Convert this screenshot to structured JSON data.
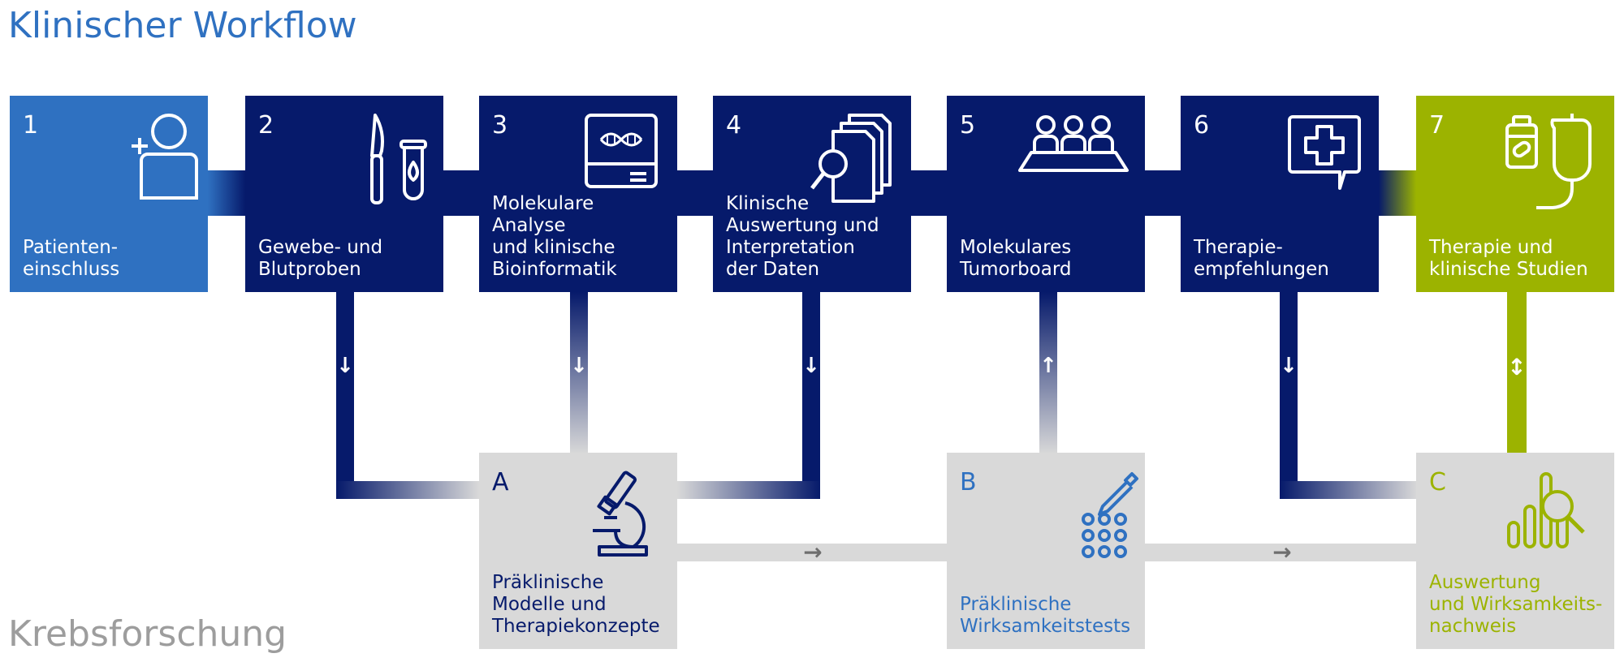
{
  "colors": {
    "blue_light": "#2f71c1",
    "navy": "#061a6b",
    "green": "#9cb300",
    "gray_box": "#d9d9d9",
    "gray_title": "#9d9d9d",
    "arrow_gray": "#6e6e6e"
  },
  "titles": {
    "workflow": "Klinischer Workflow",
    "research": "Krebsforschung"
  },
  "steps": [
    {
      "num": "1",
      "label": "Patienten-\neinschluss",
      "icon": "add-person-icon"
    },
    {
      "num": "2",
      "label": "Gewebe- und\nBlutproben",
      "icon": "scalpel-test-tube-icon"
    },
    {
      "num": "3",
      "label": "Molekulare\nAnalyse\nund klinische\nBioinformatik",
      "icon": "dna-monitor-icon"
    },
    {
      "num": "4",
      "label": "Klinische\nAuswertung und\nInterpretation\nder Daten",
      "icon": "documents-magnifier-icon"
    },
    {
      "num": "5",
      "label": "Molekulares\nTumorboard",
      "icon": "people-table-icon"
    },
    {
      "num": "6",
      "label": "Therapie-\nempfehlungen",
      "icon": "medical-cross-speech-icon"
    },
    {
      "num": "7",
      "label": "Therapie und\nklinische Studien",
      "icon": "medicine-infusion-icon"
    }
  ],
  "research_boxes": [
    {
      "letter": "A",
      "label": "Präklinische\nModelle und\nTherapiekonzepte",
      "icon": "microscope-icon"
    },
    {
      "letter": "B",
      "label": "Präklinische\nWirksamkeitstests",
      "icon": "pipette-wellplate-icon"
    },
    {
      "letter": "C",
      "label": "Auswertung\nund Wirksamkeits-\nnachweis",
      "icon": "bar-chart-magnifier-icon"
    }
  ],
  "arrows": {
    "down": "↓",
    "up": "↑",
    "both": "↕",
    "right": "→"
  }
}
